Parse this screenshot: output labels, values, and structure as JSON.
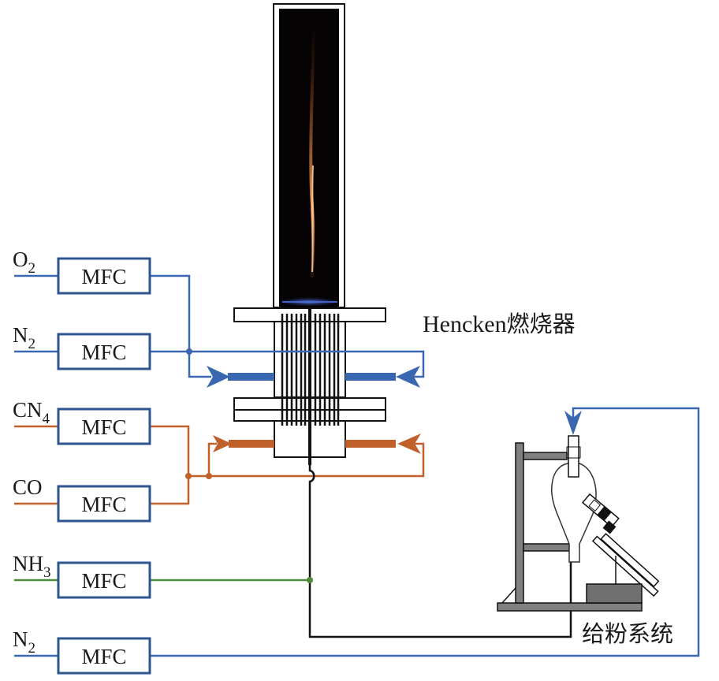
{
  "figure": {
    "type": "schematic",
    "description": "Gas supply and Hencken burner setup with powder feeding system"
  },
  "colors": {
    "oxidizer_line": "#3a68b0",
    "fuel_line": "#c0602a",
    "nh3_line": "#4a8a3a",
    "carrier_line": "#3a68b0",
    "mfc_border": "#2e5590",
    "feeder_gray": "#808080",
    "ink": "#111111"
  },
  "gas_inputs": [
    {
      "id": "o2",
      "base": "O",
      "sub": "2",
      "device": "MFC",
      "line": "oxidizer"
    },
    {
      "id": "n2-oxidizer",
      "base": "N",
      "sub": "2",
      "device": "MFC",
      "line": "oxidizer"
    },
    {
      "id": "cn4",
      "base": "CN",
      "sub": "4",
      "device": "MFC",
      "line": "fuel"
    },
    {
      "id": "co",
      "base": "CO",
      "sub": "",
      "device": "MFC",
      "line": "fuel"
    },
    {
      "id": "nh3",
      "base": "NH",
      "sub": "3",
      "device": "MFC",
      "line": "nh3"
    },
    {
      "id": "n2-carrier",
      "base": "N",
      "sub": "2",
      "device": "MFC",
      "line": "carrier"
    }
  ],
  "labels": {
    "burner": "Hencken燃烧器",
    "burner_latin": "Hencken",
    "burner_cjk": "燃烧器",
    "feeder": "给粉系统"
  }
}
